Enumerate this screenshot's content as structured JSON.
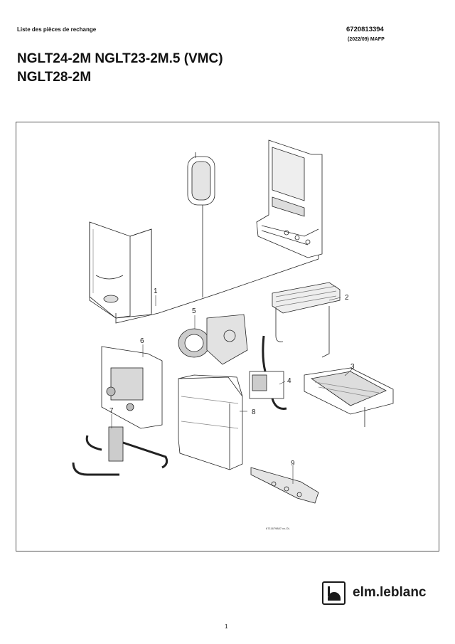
{
  "header": {
    "label": "Liste des pièces de rechange",
    "doc_number": "6720813394",
    "doc_date": "(2022/09) MAFP"
  },
  "title": {
    "line1": "NGLT24-2M NGLT23-2M.5 (VMC)",
    "line2": "NGLT28-2M"
  },
  "diagram": {
    "callouts": [
      "1",
      "2",
      "3",
      "4",
      "5",
      "6",
      "7",
      "8",
      "9"
    ],
    "drawing_ref": "6711679887.xx-OL"
  },
  "footer": {
    "brand": "elm.leblanc",
    "page_number": "1"
  }
}
